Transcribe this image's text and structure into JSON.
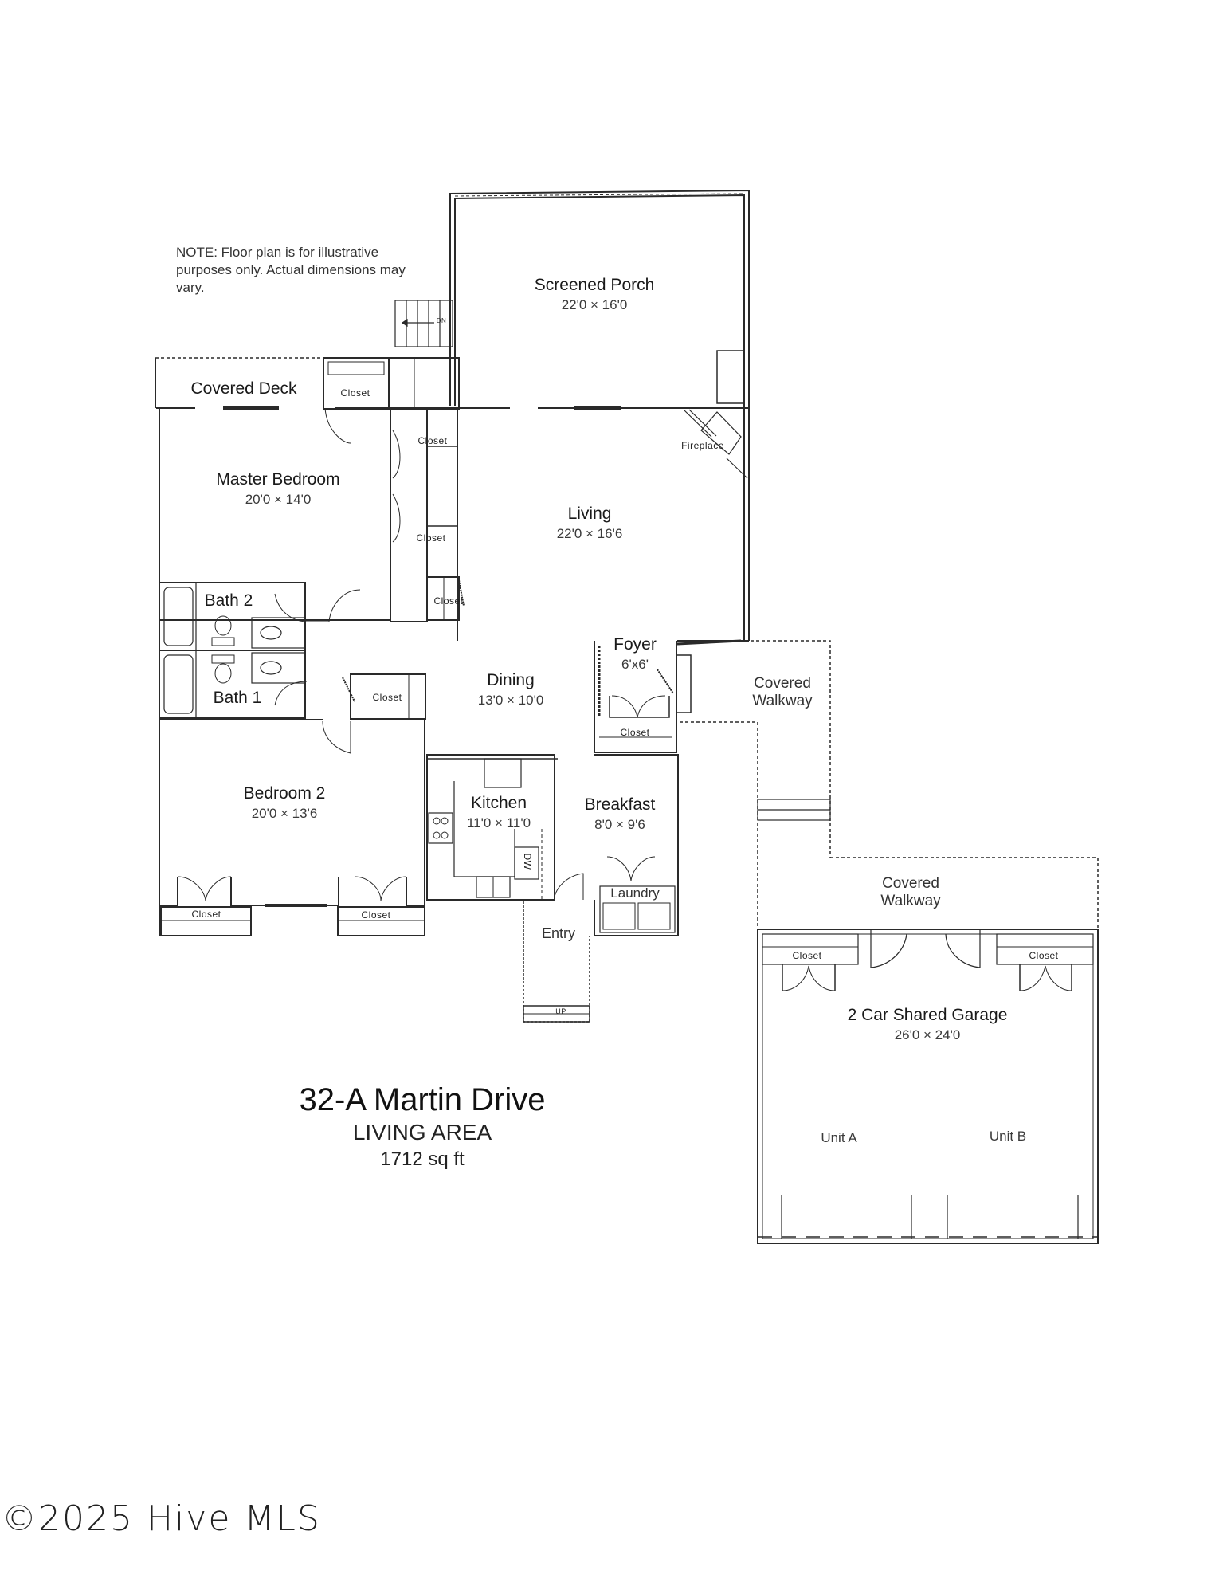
{
  "document": {
    "note": "NOTE: Floor plan is for illustrative purposes only. Actual dimensions may vary.",
    "address": "32-A Martin Drive",
    "area_label": "LIVING AREA",
    "area_value": "1712 sq ft",
    "watermark": "©2025 Hive MLS"
  },
  "rooms": {
    "screened_porch": {
      "name": "Screened Porch",
      "dim": "22'0 × 16'0"
    },
    "covered_deck": {
      "name": "Covered Deck"
    },
    "master_bedroom": {
      "name": "Master Bedroom",
      "dim": "20'0 × 14'0"
    },
    "living": {
      "name": "Living",
      "dim": "22'0 × 16'6"
    },
    "bath2": {
      "name": "Bath 2"
    },
    "bath1": {
      "name": "Bath 1"
    },
    "dining": {
      "name": "Dining",
      "dim": "13'0 × 10'0"
    },
    "foyer": {
      "name": "Foyer",
      "dim": "6'x6'"
    },
    "bedroom2": {
      "name": "Bedroom 2",
      "dim": "20'0 × 13'6"
    },
    "kitchen": {
      "name": "Kitchen",
      "dim": "11'0 × 11'0"
    },
    "breakfast": {
      "name": "Breakfast",
      "dim": "8'0 × 9'6"
    },
    "laundry": {
      "name": "Laundry"
    },
    "entry": {
      "name": "Entry"
    },
    "covered_walkway_1": {
      "line1": "Covered",
      "line2": "Walkway"
    },
    "covered_walkway_2": {
      "line1": "Covered",
      "line2": "Walkway"
    },
    "garage": {
      "name": "2 Car Shared Garage",
      "dim": "26'0 × 24'0",
      "unit_a": "Unit A",
      "unit_b": "Unit B"
    }
  },
  "fixtures": {
    "closet": "Closet",
    "fireplace": "Fireplace",
    "dishwasher": "DW",
    "stair_down": "DN",
    "stair_up": "UP"
  },
  "colors": {
    "wall": "#2a2a2a",
    "text": "#1c1c1c",
    "background": "#ffffff"
  }
}
